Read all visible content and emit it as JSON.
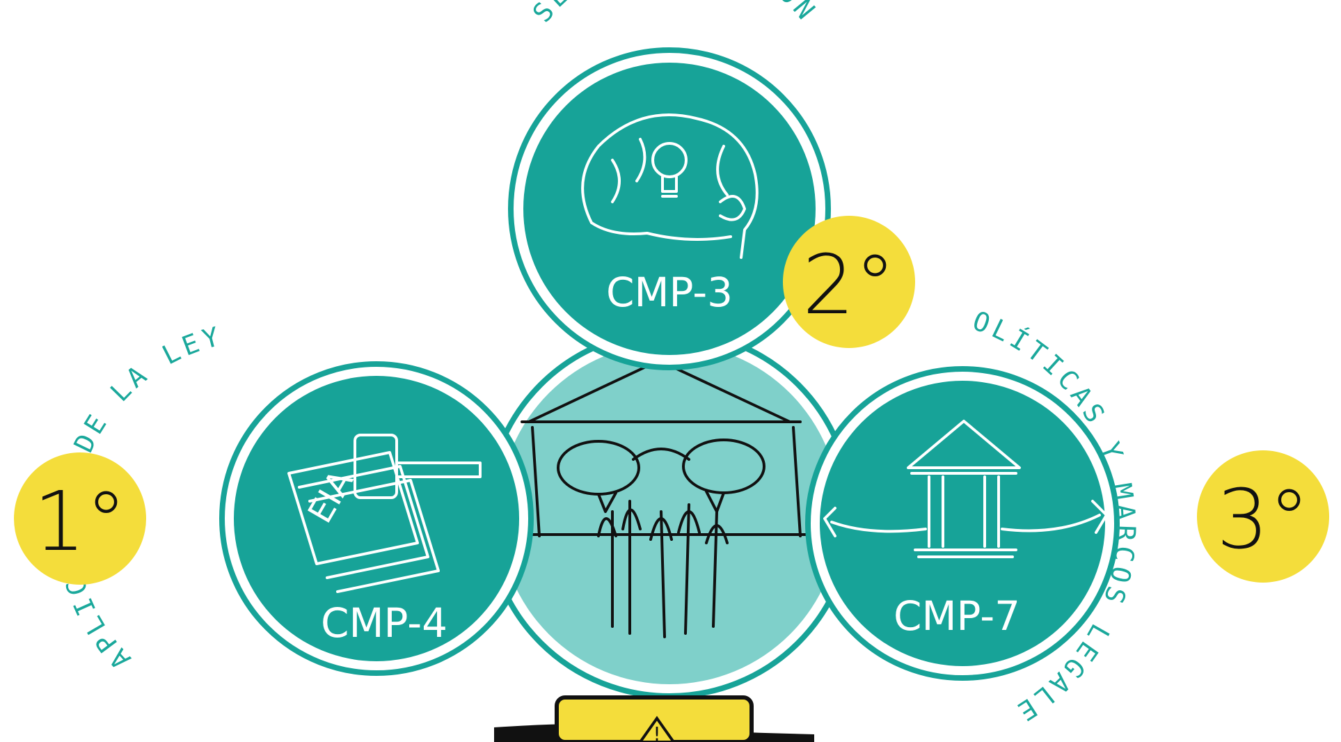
{
  "colors": {
    "teal": "#17a398",
    "teal_light": "#7fd0ca",
    "yellow": "#f4dd3b",
    "label": "#1aa89b",
    "ink": "#111111"
  },
  "center": {
    "icon": "people-raising-hands-with-speech-bubbles-icon"
  },
  "circles": {
    "top": {
      "code": "CMP-3",
      "label": "SENSIBILIZACIÓN",
      "icon": "brain-lightbulb-icon"
    },
    "left": {
      "code": "CMP-4",
      "label": "APLICACIÓN DE LA LEY",
      "icon": "gavel-documents-icon",
      "doc_label": "EIA"
    },
    "right": {
      "code": "CMP-7",
      "label": "POLÍTICAS Y MARCOS LEGALES",
      "icon": "institution-building-icon"
    }
  },
  "badges": {
    "first": "1°",
    "second": "2°",
    "third": "3°"
  },
  "bottom": {
    "icon": "warning-sign-icon",
    "symbol": "!"
  }
}
